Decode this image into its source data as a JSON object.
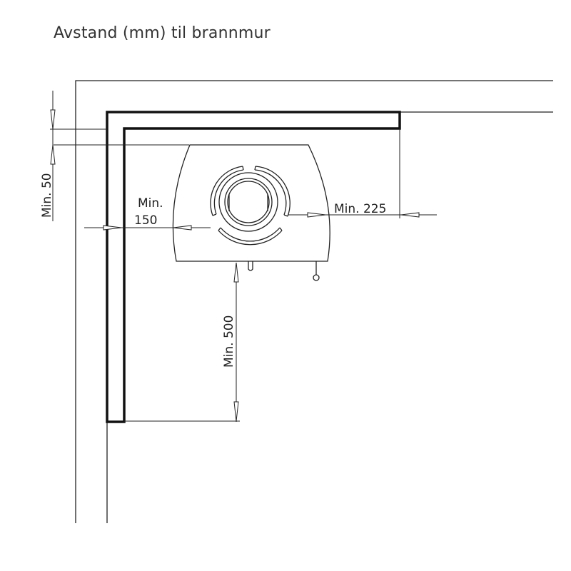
{
  "title": "Avstand (mm) til brannmur",
  "dimensions": {
    "top": "Min. 50",
    "side_line1": "Min.",
    "side_line2": "150",
    "right": "Min. 225",
    "front": "Min. 500"
  }
}
